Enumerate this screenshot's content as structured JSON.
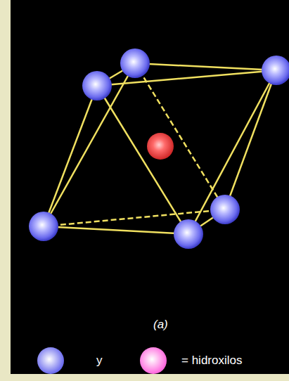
{
  "diagram": {
    "labels": [
      "(a)"
    ],
    "legend": [
      {
        "text": "y",
        "color": "#6a6aee"
      },
      {
        "text": "= hidroxilos",
        "color": "#ff66dd"
      }
    ]
  }
}
